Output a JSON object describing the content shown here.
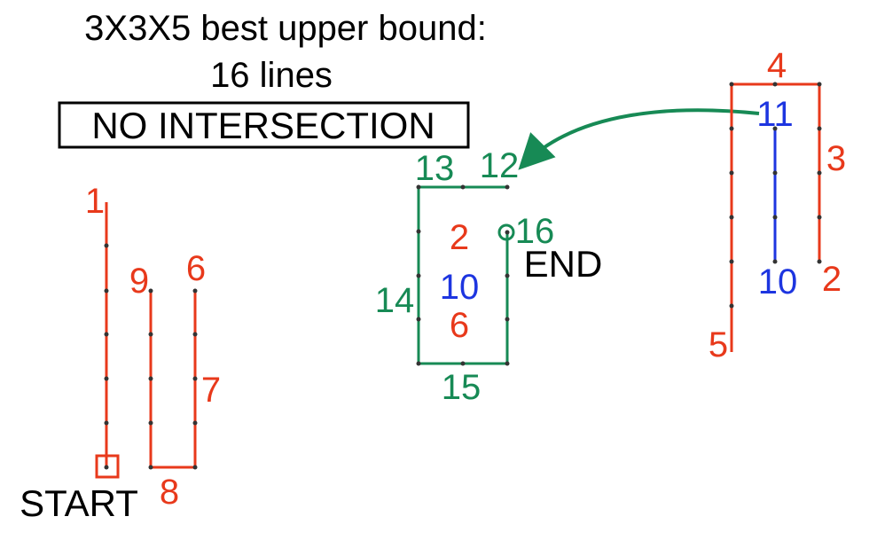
{
  "title_line1": "3X3X5 best upper bound:",
  "title_line2": "16 lines",
  "boxed_label": "NO INTERSECTION",
  "start_label": "START",
  "end_label": "END",
  "colors": {
    "red": "#e8391b",
    "green": "#178a55",
    "blue": "#1d35e0",
    "black": "#000000"
  },
  "labels": {
    "red_1": "1",
    "red_9": "9",
    "red_6_left": "6",
    "red_7": "7",
    "red_8": "8",
    "green_13": "13",
    "green_12": "12",
    "green_16": "16",
    "green_14": "14",
    "green_15": "15",
    "mid_red_2": "2",
    "mid_blue_10": "10",
    "mid_red_6": "6",
    "red_4": "4",
    "red_3": "3",
    "red_2_right": "2",
    "red_5": "5",
    "blue_11": "11",
    "blue_10_right": "10"
  }
}
